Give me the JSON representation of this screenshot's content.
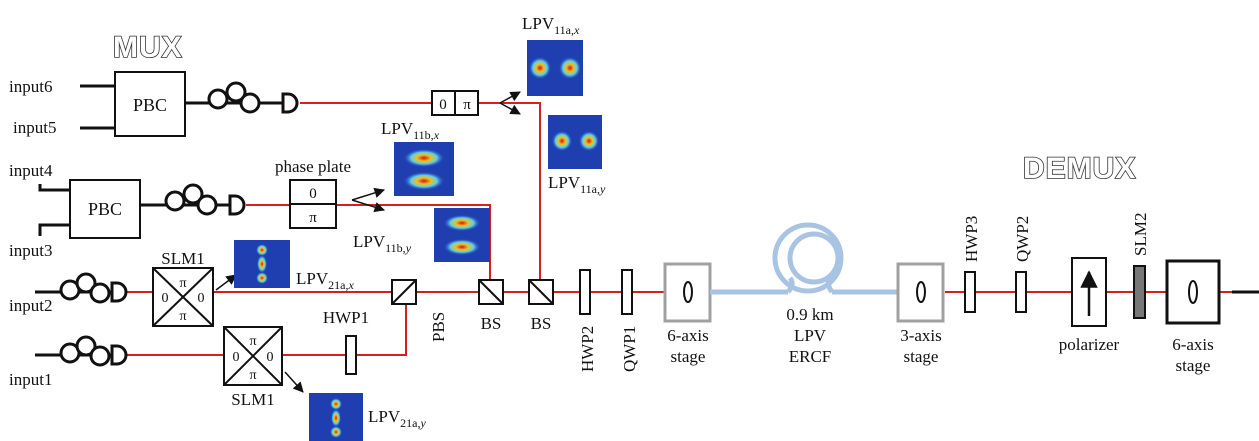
{
  "headings": {
    "mux": "MUX",
    "demux": "DEMUX"
  },
  "inputs": [
    "input6",
    "input5",
    "input4",
    "input3",
    "input2",
    "input1"
  ],
  "components": {
    "pbc_top": "PBC",
    "pbc_mid": "PBC",
    "phase_plate": "phase plate",
    "slm1_upper": "SLM1",
    "slm1_lower": "SLM1",
    "hwp1": "HWP1",
    "pbs": "PBS",
    "bs1": "BS",
    "bs2": "BS",
    "hwp2": "HWP2",
    "qwp1": "QWP1",
    "stage6_left": [
      "6-axis",
      "stage"
    ],
    "fiber": [
      "0.9 km",
      "LPV",
      "ERCF"
    ],
    "stage3": [
      "3-axis",
      "stage"
    ],
    "hwp3": "HWP3",
    "qwp2": "QWP2",
    "polarizer": "polarizer",
    "slm2": "SLM2",
    "stage6_right": [
      "6-axis",
      "stage"
    ]
  },
  "phase_values": {
    "top_plate": [
      "0",
      "π"
    ],
    "phase_plate": [
      "0",
      "π"
    ],
    "slm1_upper": [
      "π",
      "0",
      "0",
      "π"
    ],
    "slm1_lower": [
      "π",
      "0",
      "0",
      "π"
    ]
  },
  "mode_labels": {
    "lpv11a_x": {
      "base": "LPV",
      "sub": "11a,",
      "var": "x"
    },
    "lpv11a_y": {
      "base": "LPV",
      "sub": "11a,",
      "var": "y"
    },
    "lpv11b_x": {
      "base": "LPV",
      "sub": "11b,",
      "var": "x"
    },
    "lpv11b_y": {
      "base": "LPV",
      "sub": "11b,",
      "var": "y"
    },
    "lpv21a_x": {
      "base": "LPV",
      "sub": "21a,",
      "var": "x"
    },
    "lpv21a_y": {
      "base": "LPV",
      "sub": "21a,",
      "var": "y"
    }
  },
  "colors": {
    "beam": "#d62020",
    "fiber": "#a9c4e2",
    "mode_background": "#1f3fb0",
    "lens_mount": "#a0a0a0"
  }
}
